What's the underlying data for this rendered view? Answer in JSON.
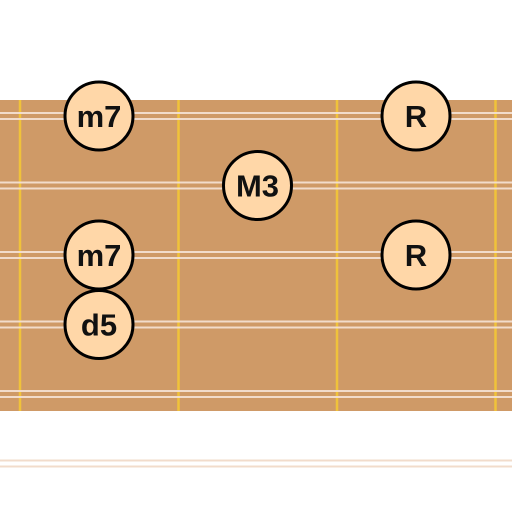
{
  "colors": {
    "board": "#cf9a67",
    "string": "#f2dccb",
    "fret": "#f0c23a",
    "note_fill": "#ffd7a8",
    "note_stroke": "#000000",
    "background": "#ffffff"
  },
  "strings": 6,
  "frets_visible": 4,
  "notes": [
    {
      "string": 1,
      "fret": 1,
      "label": "m7"
    },
    {
      "string": 1,
      "fret": 3,
      "label": "R"
    },
    {
      "string": 2,
      "fret": 2,
      "label": "M3"
    },
    {
      "string": 3,
      "fret": 1,
      "label": "m7"
    },
    {
      "string": 3,
      "fret": 3,
      "label": "R"
    },
    {
      "string": 4,
      "fret": 1,
      "label": "d5"
    }
  ]
}
